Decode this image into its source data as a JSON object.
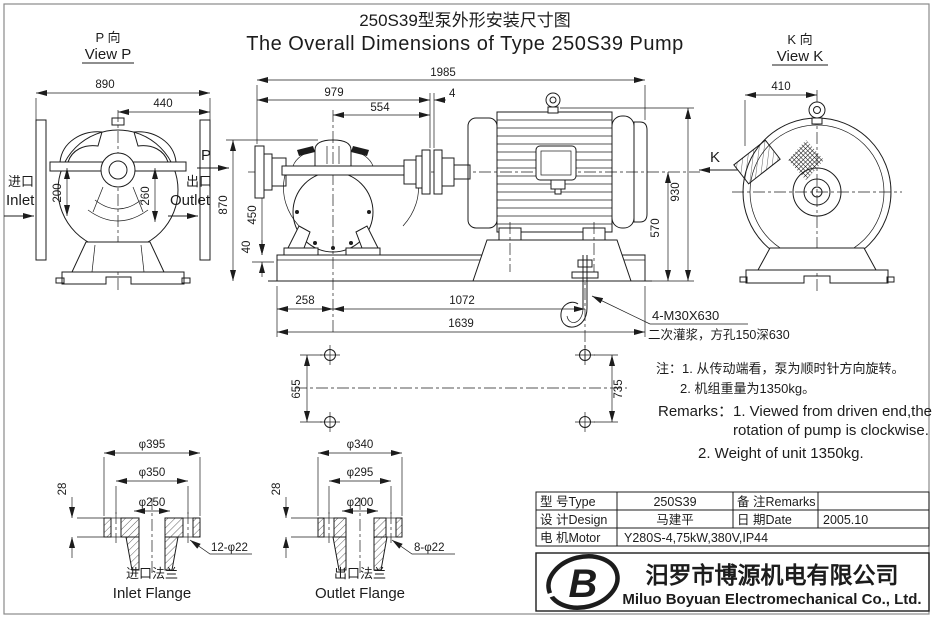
{
  "ink": "#1c1c1c",
  "title": {
    "zh": "250S39型泵外形安装尺寸图",
    "en": "The Overall Dimensions of Type 250S39 Pump"
  },
  "view_p": {
    "label_zh": "P 向",
    "label_en": "View P",
    "dim_overall_width": "890",
    "dim_outlet_offset": "440",
    "dim_inlet_drop": "200",
    "dim_outlet_drop": "260",
    "inlet_zh": "进口",
    "inlet_en": "Inlet",
    "outlet_zh": "出口",
    "outlet_en": "Outlet",
    "direction_label": "P"
  },
  "main_view": {
    "dim_total": "1985",
    "dim_979": "979",
    "dim_554": "554",
    "dim_gap": "4",
    "dim_870": "870",
    "dim_450": "450",
    "dim_40": "40",
    "dim_258": "258",
    "dim_1072": "1072",
    "dim_1639": "1639",
    "dim_570": "570",
    "dim_930": "930"
  },
  "view_k": {
    "label_zh": "K 向",
    "label_en": "View K",
    "dim_width": "410",
    "direction_label": "K"
  },
  "anchor_note": {
    "bolt_spec": "4-M30X630",
    "grout": "二次灌浆，方孔150深630"
  },
  "notes": {
    "zh_line1": "注：1. 从传动端看，泵为顺时针方向旋转。",
    "zh_line2": "2. 机组重量为1350kg。",
    "en_line1": "Remarks：1. Viewed from driven end,the",
    "en_line2": "rotation of pump is  clockwise.",
    "en_line3": "2. Weight of unit 1350kg."
  },
  "foundation": {
    "dim_left": "655",
    "dim_right": "735"
  },
  "inlet_flange": {
    "dim_od": "φ395",
    "dim_bolt_circle": "φ350",
    "dim_bore": "φ250",
    "dim_thickness": "28",
    "holes": "12-φ22",
    "label_zh": "进口法兰",
    "label_en": "Inlet Flange"
  },
  "outlet_flange": {
    "dim_od": "φ340",
    "dim_bolt_circle": "φ295",
    "dim_bore": "φ200",
    "dim_thickness": "28",
    "holes": "8-φ22",
    "label_zh": "出口法兰",
    "label_en": "Outlet Flange"
  },
  "title_block": {
    "type_label": "型 号Type",
    "type_value": "250S39",
    "remarks_label": "备 注Remarks",
    "remarks_value": "",
    "design_label": "设 计Design",
    "design_value": "马建平",
    "date_label": "日 期Date",
    "date_value": "2005.10",
    "motor_label": "电 机Motor",
    "motor_value": "Y280S-4,75kW,380V,IP44"
  },
  "company": {
    "logo_glyph": "B",
    "name_zh": "汨罗市博源机电有限公司",
    "name_en": "Miluo Boyuan Electromechanical Co., Ltd."
  }
}
